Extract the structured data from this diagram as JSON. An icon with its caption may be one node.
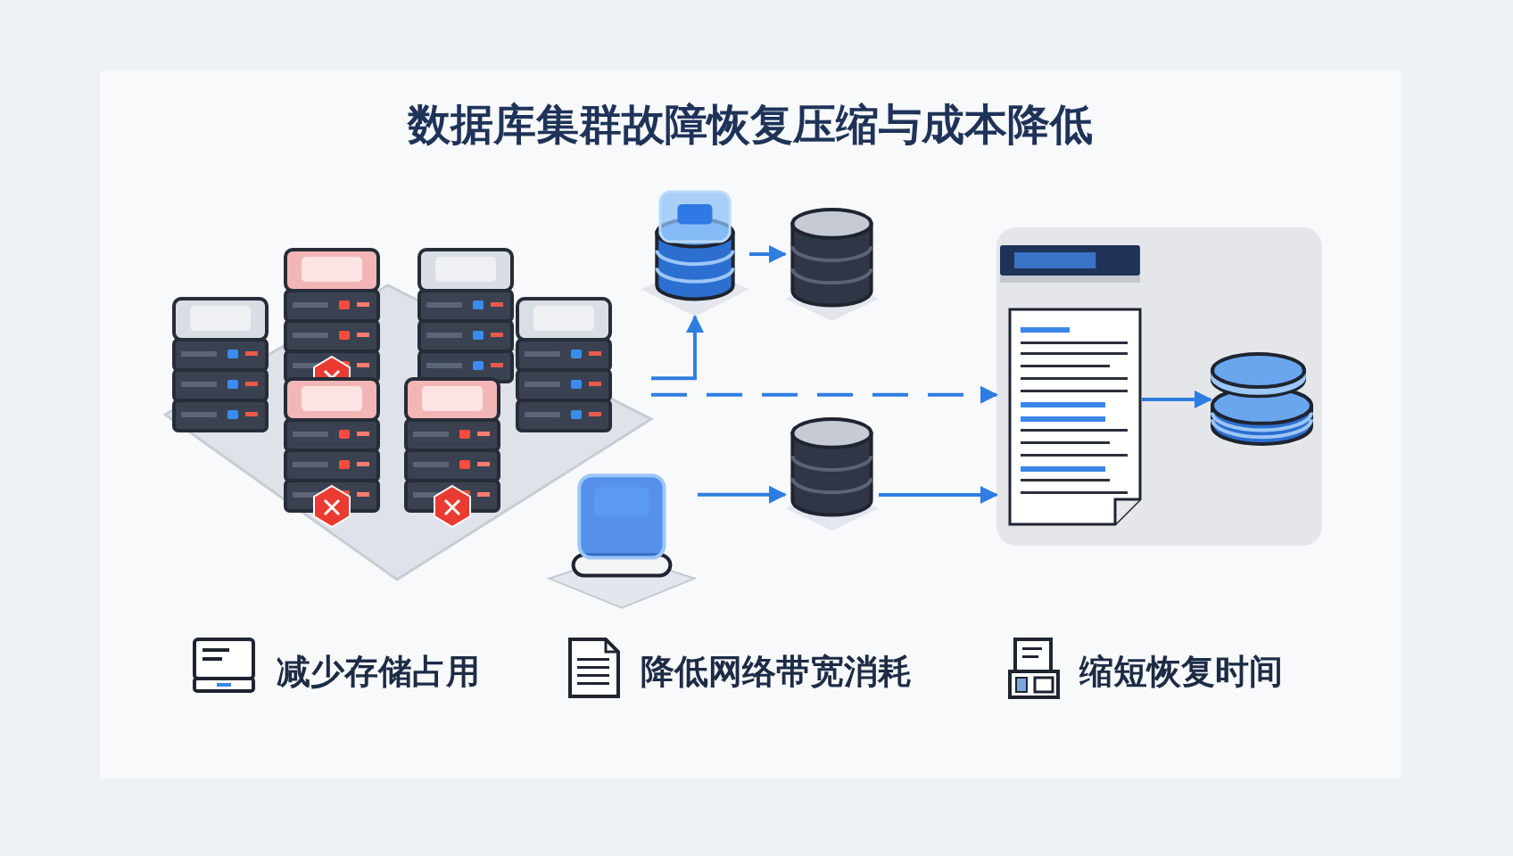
{
  "diagram": {
    "title": "数据库集群故障恢复压缩与成本降低",
    "nodes": [
      {
        "text": [],
        "shape": "picture"
      },
      {
        "text": [],
        "shape": "picture"
      },
      {
        "text": [],
        "shape": "picture"
      },
      {
        "text": [],
        "shape": "picture"
      },
      {
        "text": [],
        "shape": "picture"
      },
      {
        "text": [],
        "shape": "box"
      },
      {
        "text": [],
        "shape": "picture",
        "in": 5
      },
      {
        "text": [],
        "shape": "picture",
        "in": 5
      }
    ],
    "edges": [
      {
        "from": 0,
        "to": 1,
        "arrow": "to"
      },
      {
        "from": 1,
        "to": 2,
        "arrow": "to"
      },
      {
        "from": 0,
        "to": 5,
        "arrow": "to",
        "style": "dashed"
      },
      {
        "from": 3,
        "to": 4,
        "arrow": "to"
      },
      {
        "from": 4,
        "to": 5,
        "arrow": "to"
      },
      {
        "from": 6,
        "to": 7,
        "arrow": "to"
      }
    ],
    "labels": [
      "减少存储占用",
      "降低网络带宽消耗",
      "缩短恢复时间"
    ]
  }
}
